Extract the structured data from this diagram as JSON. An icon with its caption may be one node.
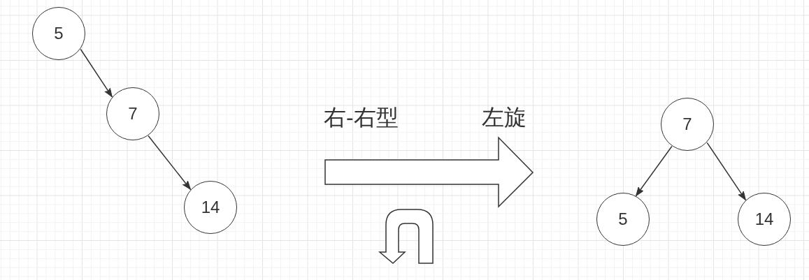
{
  "diagram": {
    "nodes": [
      {
        "text": [
          "5"
        ]
      },
      {
        "text": [
          "7"
        ]
      },
      {
        "text": [
          "14"
        ]
      },
      {
        "text": [
          "7"
        ]
      },
      {
        "text": [
          "5"
        ]
      },
      {
        "text": [
          "14"
        ]
      }
    ],
    "edges": [
      {
        "from": 0,
        "to": 1,
        "arrow": "to"
      },
      {
        "from": 1,
        "to": 2,
        "arrow": "to"
      },
      {
        "from": 3,
        "to": 4,
        "arrow": "to"
      },
      {
        "from": 3,
        "to": 5,
        "arrow": "to"
      }
    ],
    "labels": [
      "右-右型",
      "左旋"
    ]
  }
}
